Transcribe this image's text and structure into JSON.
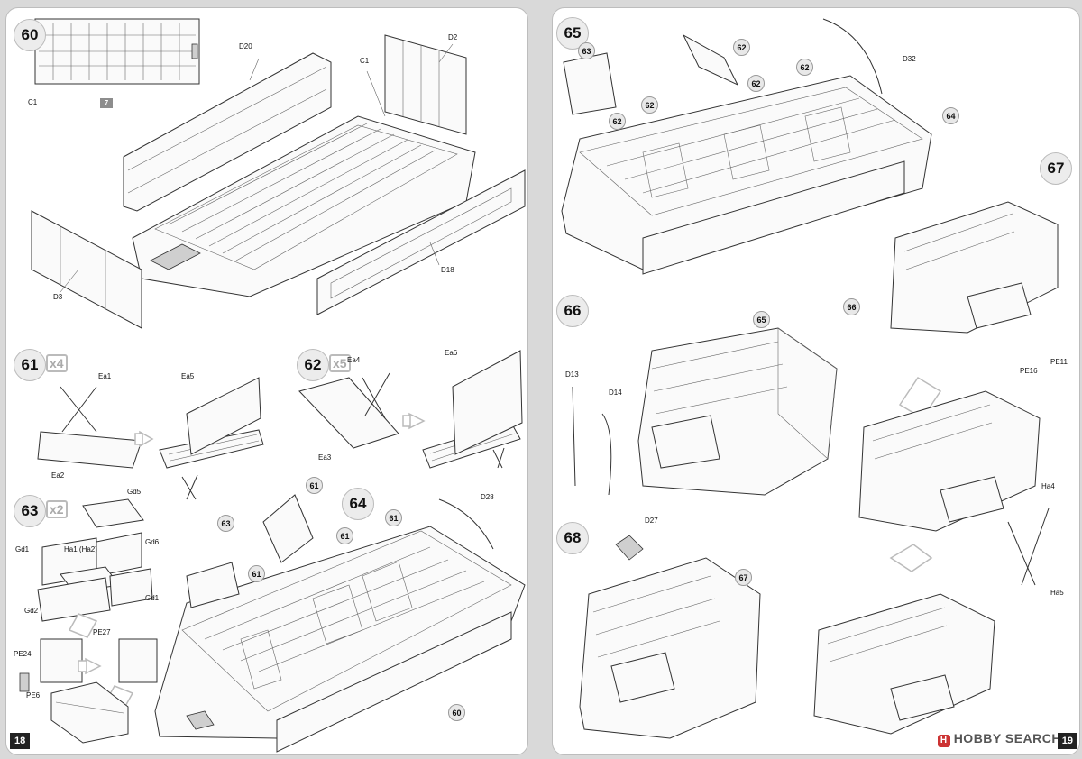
{
  "left_page": {
    "page_number": "18",
    "steps": {
      "s60": {
        "number": "60",
        "labels": {
          "c1_a": "C1",
          "d20": "D20",
          "c1_b": "C1",
          "d2": "D2",
          "d3": "D3",
          "d18": "D18",
          "badge": "7"
        }
      },
      "s61": {
        "number": "61",
        "multiplier": "x4",
        "labels": {
          "ea1": "Ea1",
          "ea2": "Ea2",
          "ea5": "Ea5"
        }
      },
      "s62": {
        "number": "62",
        "multiplier": "x5",
        "labels": {
          "ea4": "Ea4",
          "ea3": "Ea3",
          "ea6": "Ea6"
        }
      },
      "s63": {
        "number": "63",
        "multiplier": "x2",
        "labels": {
          "gd5": "Gd5",
          "gd1_a": "Gd1",
          "ha1": "Ha1 (Ha2)",
          "gd6": "Gd6",
          "gd2": "Gd2",
          "gd1_b": "Gd1",
          "pe24": "PE24",
          "pe27": "PE27",
          "pe6": "PE6"
        }
      },
      "s64": {
        "number": "64",
        "labels": {
          "d28": "D28"
        },
        "callouts": [
          "63",
          "61",
          "61",
          "61",
          "61",
          "60"
        ]
      }
    }
  },
  "right_page": {
    "page_number": "19",
    "watermark": "HOBBY SEARCH",
    "steps": {
      "s65": {
        "number": "65",
        "labels": {
          "d32": "D32"
        },
        "callouts": [
          "63",
          "62",
          "62",
          "62",
          "62",
          "62",
          "64"
        ]
      },
      "s66": {
        "number": "66",
        "labels": {
          "d13": "D13",
          "d14": "D14"
        },
        "callouts": [
          "65"
        ]
      },
      "s67": {
        "number": "67",
        "labels": {
          "pe11": "PE11",
          "pe16": "PE16",
          "ha4": "Ha4",
          "ha5": "Ha5"
        },
        "callouts": [
          "66"
        ]
      },
      "s68": {
        "number": "68",
        "labels": {
          "d27": "D27"
        },
        "callouts": [
          "67"
        ]
      }
    }
  }
}
